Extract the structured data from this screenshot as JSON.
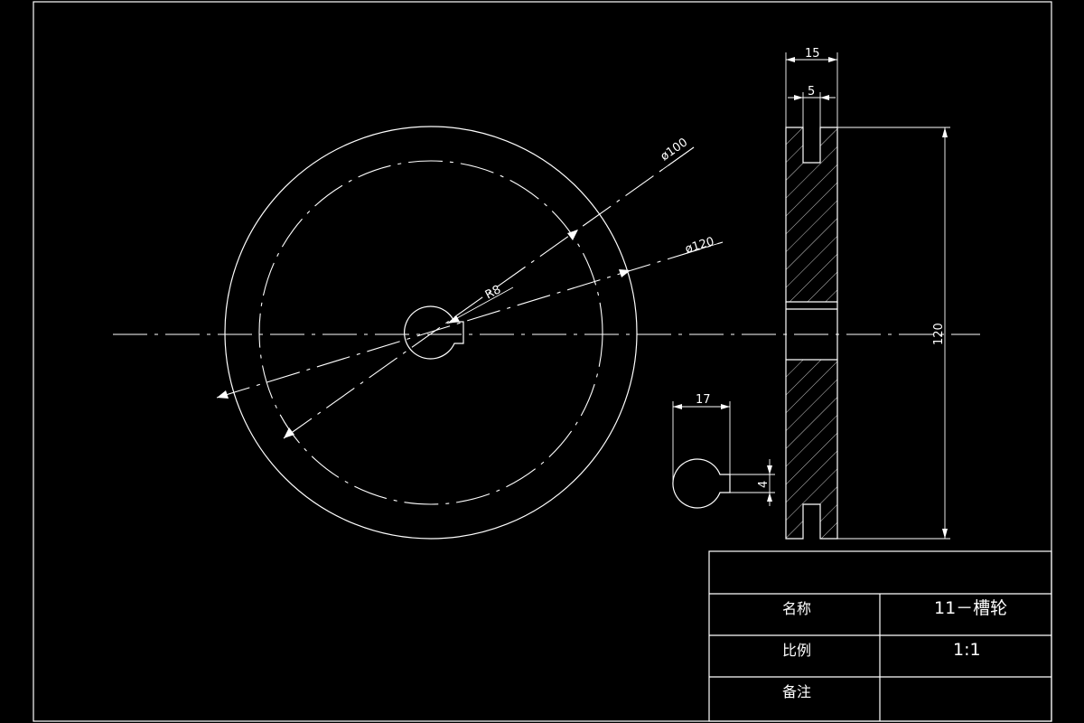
{
  "dimensions": {
    "front_outer_diameter": "ø120",
    "front_inner_diameter": "ø100",
    "hub_radius": "R8",
    "side_total_width": "15",
    "side_slot_width": "5",
    "side_height": "120",
    "key_width": "17",
    "key_depth": "4"
  },
  "title_block": {
    "row_name": {
      "label": "名称",
      "value": "11－槽轮"
    },
    "row_scale": {
      "label": "比例",
      "value": "1:1"
    },
    "row_note": {
      "label": "备注",
      "value": ""
    }
  }
}
